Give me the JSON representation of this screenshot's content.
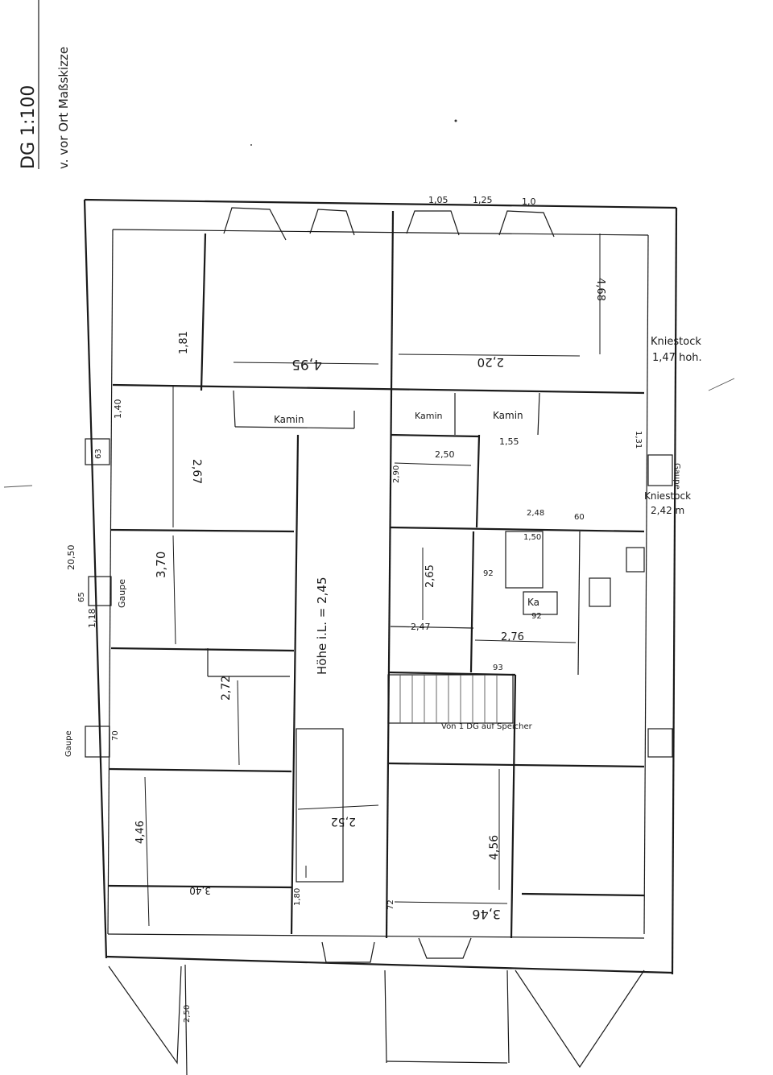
{
  "sheet": {
    "title": "DG 1:100",
    "subtitle": "v. vor Ort Maßskizze"
  },
  "rooms": {
    "top_left_height": "4,95",
    "top_left_side": "1,81",
    "top_right_width": "2,20",
    "top_right_depth": "4,68",
    "left_upper_height": "2,67",
    "left_mid_height": "3,70",
    "left_lower_height": "2,72",
    "left_bottom_height": "4,46",
    "left_bottom_width": "3,40",
    "right_mid_width": "2,76",
    "right_mid_height": "2,65",
    "right_bottom_height": "4,56",
    "right_bottom_width": "3,46",
    "corridor_width": "2,45",
    "corridor_bottom": "2,52"
  },
  "labels": {
    "kamin_left": "Kamin",
    "kamin_mid": "Kamin",
    "kamin_right": "Kamin",
    "kniestock_top": "Kniestock",
    "kniestock_top_height": "1,47 hoh.",
    "kniestock_right": "Kniestock",
    "kniestock_right_height": "2,42 m",
    "gaupe_left_mid": "Gaupe",
    "gaupe_left_low": "Gaupe",
    "gaupe_right": "Gaupe",
    "hoehe": "Höhe i.L. = 2,45",
    "von_dg": "Von 1 DG auf Speicher",
    "ka": "Ka"
  },
  "dims": {
    "top_windows": [
      "1,05",
      "1,25",
      "1,0"
    ],
    "left_strip": [
      "1,40",
      "63",
      "20,50",
      "65",
      "1,18",
      "70"
    ],
    "misc": [
      "2,50",
      "1,55",
      "1,50",
      "2,48",
      "60",
      "2,47",
      "93",
      "92",
      "1,80",
      "92",
      "2,50",
      "1,31",
      "72",
      "2,90"
    ]
  }
}
